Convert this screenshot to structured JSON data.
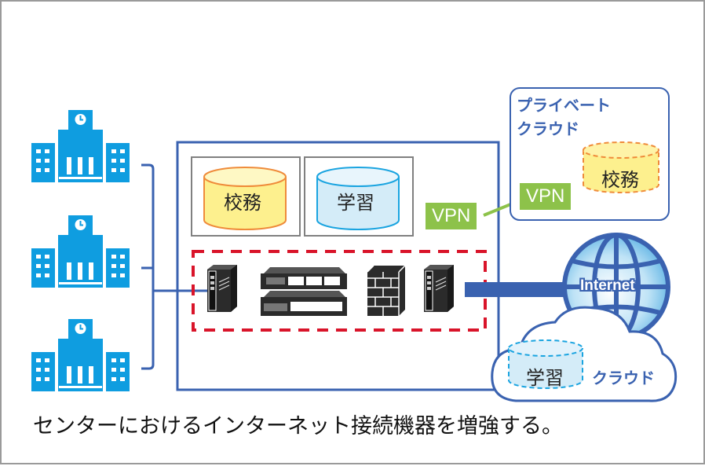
{
  "caption": "センターにおけるインターネット接続機器を増強する。",
  "schools": [
    {
      "name": "school-1"
    },
    {
      "name": "school-2"
    },
    {
      "name": "school-3"
    }
  ],
  "center": {
    "databases": [
      {
        "label": "校務",
        "kind": "admin"
      },
      {
        "label": "学習",
        "kind": "learning"
      }
    ],
    "equipment": [
      "router",
      "switch-stack",
      "firewall",
      "server"
    ],
    "vpn_label": "VPN"
  },
  "private_cloud": {
    "title_line1": "プライベート",
    "title_line2": "クラウド",
    "vpn_label": "VPN",
    "database_label": "校務"
  },
  "internet": {
    "label": "Internet"
  },
  "public_cloud": {
    "label": "クラウド",
    "database_label": "学習"
  },
  "colors": {
    "school_blue": "#0f9de0",
    "line_blue": "#3a62b0",
    "dashed_red": "#d9142a",
    "vpn_green": "#8dc24a",
    "admin_db_fill": "#fdf08e",
    "admin_db_stroke": "#ef8b3a",
    "learn_db_fill": "#d4ecf8",
    "learn_db_stroke": "#1aa4e0"
  }
}
